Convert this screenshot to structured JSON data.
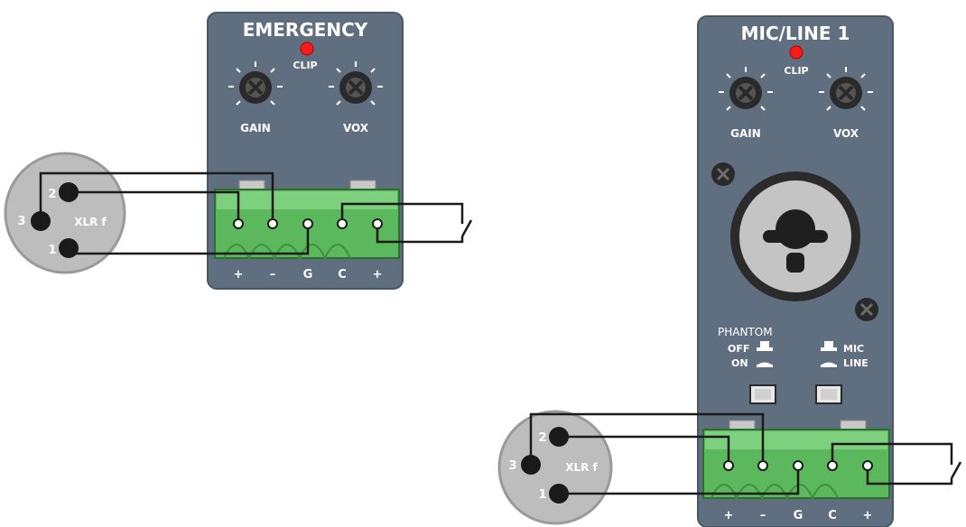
{
  "emergency_module": {
    "title": "EMERGENCY",
    "clip_label": "CLIP",
    "knob_left_label": "GAIN",
    "knob_right_label": "VOX",
    "terminal_labels": [
      "+",
      "–",
      "G",
      "C",
      "+"
    ]
  },
  "mic_line_module": {
    "title": "MIC/LINE 1",
    "clip_label": "CLIP",
    "knob_left_label": "GAIN",
    "knob_right_label": "VOX",
    "phantom_title": "PHANTOM",
    "phantom_off": "OFF",
    "phantom_on": "ON",
    "mode_mic": "MIC",
    "mode_line": "LINE",
    "terminal_labels": [
      "+",
      "–",
      "G",
      "C",
      "+"
    ]
  },
  "xlr_left": {
    "label": "XLR f",
    "pins": [
      "1",
      "2",
      "3"
    ]
  },
  "xlr_right": {
    "label": "XLR f",
    "pins": [
      "1",
      "2",
      "3"
    ]
  },
  "colors": {
    "panel": "#5f6f80",
    "panel_border": "#4a5866",
    "terminal_green": "#5cb85c",
    "clip_led": "#ff1a1a",
    "xlr_body": "#bdbdbd",
    "wire": "#1a1a1a"
  }
}
